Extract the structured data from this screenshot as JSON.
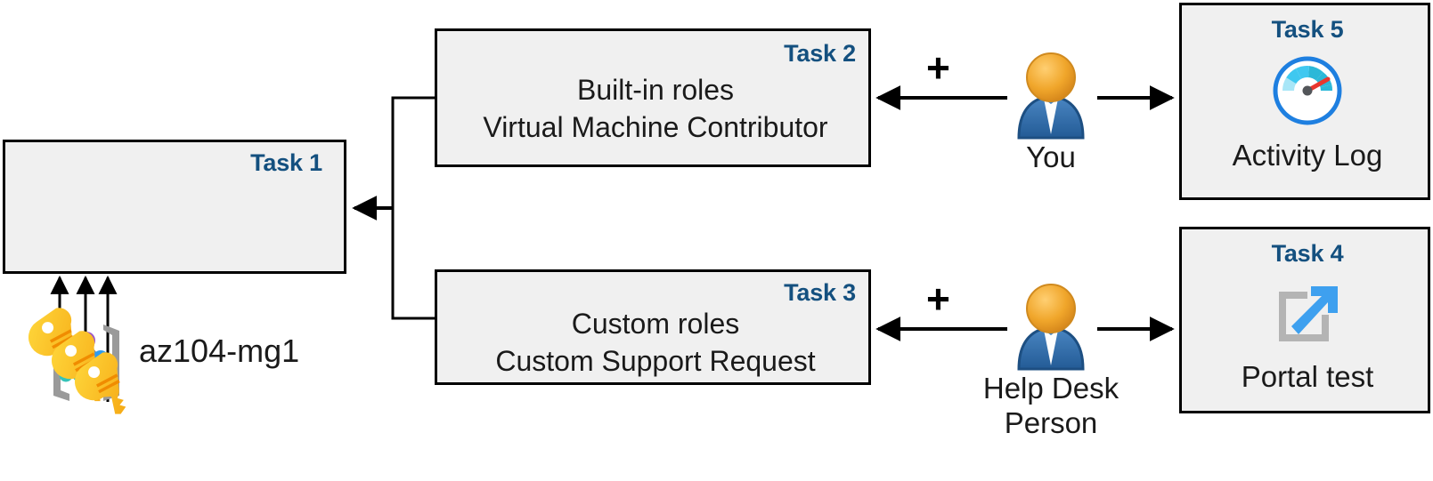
{
  "diagram": {
    "title": "Azure RBAC task diagram",
    "colors": {
      "task_tag": "#14507f",
      "box_fill": "#f0f0f0",
      "box_border": "#000000",
      "connector": "#000000",
      "person_head": "#f0a020",
      "person_body": "#2c6aa8",
      "gauge_ring": "#1e7fe0",
      "gauge_needle": "#e8362e",
      "portal_arrow": "#3ea0ef",
      "portal_frame": "#b4b4b4",
      "key_body": "#ffc20e",
      "mg_root": "#9a54c9",
      "mg_mid": "#2e9bf0",
      "mg_leaf": "#35c3b8",
      "mg_bracket": "#9a9a9a"
    }
  },
  "task1": {
    "tag": "Task 1",
    "label": "az104-mg1",
    "icon": "management-group-icon"
  },
  "task2": {
    "tag": "Task 2",
    "line1": "Built-in roles",
    "line2": "Virtual Machine Contributor"
  },
  "task3": {
    "tag": "Task 3",
    "line1": "Custom roles",
    "line2": "Custom Support Request"
  },
  "task4": {
    "tag": "Task 4",
    "label": "Portal test",
    "icon": "external-link-icon"
  },
  "task5": {
    "tag": "Task 5",
    "label": "Activity Log",
    "icon": "gauge-icon"
  },
  "people": [
    {
      "id": "you",
      "label": "You",
      "icon": "person-icon"
    },
    {
      "id": "help-desk",
      "label": "Help Desk\nPerson",
      "icon": "person-icon"
    }
  ],
  "operators": {
    "plus_top": "+",
    "plus_bottom": "+"
  },
  "keys": {
    "icon": "keys-icon",
    "count": 3
  },
  "connectors": [
    {
      "from": "task2",
      "to": "task1",
      "style": "elbow-arrow"
    },
    {
      "from": "task3",
      "to": "task1",
      "style": "elbow-arrow"
    },
    {
      "from": "you",
      "to": "task2",
      "style": "arrow-left"
    },
    {
      "from": "you",
      "to": "task5",
      "style": "arrow-right"
    },
    {
      "from": "help-desk",
      "to": "task3",
      "style": "arrow-left"
    },
    {
      "from": "help-desk",
      "to": "task4",
      "style": "arrow-right"
    },
    {
      "from": "keys",
      "to": "task1",
      "style": "three-arrows-up"
    }
  ]
}
